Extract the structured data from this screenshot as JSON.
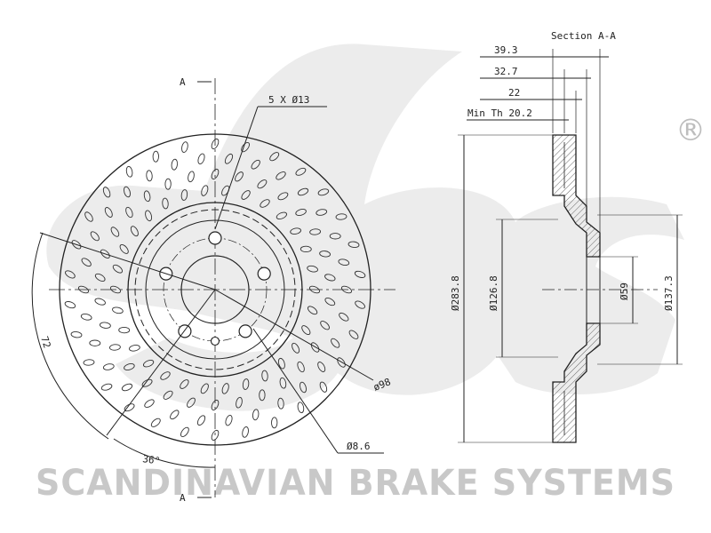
{
  "watermark": {
    "logo_text": "sbs",
    "registered_mark": "®",
    "company": "SCANDINAVIAN BRAKE SYSTEMS",
    "color": "#d9d9d9"
  },
  "front_view": {
    "section_marker_top": "A",
    "section_marker_bottom": "A",
    "bolt_holes_label": "5 X Ø13",
    "bolt_circle_label": "ø98",
    "small_hole_label": "Ø8.6",
    "angle_label_left": "72",
    "angle_label_bottom": "36°"
  },
  "section_view": {
    "title": "Section A-A",
    "dim_total_thickness": "39.3",
    "dim_hat_height": "32.7",
    "dim_disc_thickness": "22",
    "dim_min_thickness": "Min Th 20.2",
    "dim_outer_diameter": "Ø283.8",
    "dim_inner_diameter": "Ø126.8",
    "dim_center_bore": "Ø59",
    "dim_hat_diameter": "Ø137.3"
  },
  "colors": {
    "line": "#222222",
    "hatch": "#555555"
  }
}
